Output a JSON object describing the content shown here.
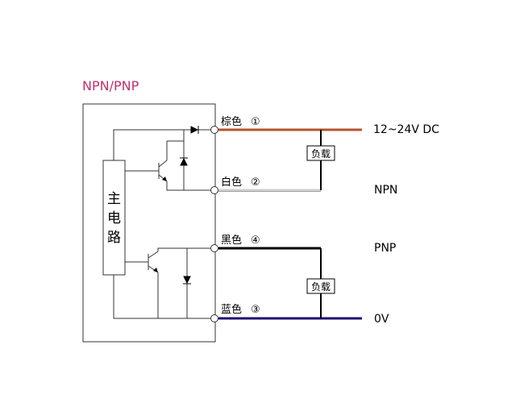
{
  "title": "NPN/PNP",
  "main_circuit_label": [
    "主",
    "电",
    "路"
  ],
  "wires": [
    {
      "label": "棕色",
      "number": "①",
      "color": "#b5532d",
      "terminal": "12~24V DC"
    },
    {
      "label": "白色",
      "number": "②",
      "color": "#d8d8d8",
      "terminal": "NPN"
    },
    {
      "label": "黑色",
      "number": "④",
      "color": "#000000",
      "terminal": "PNP"
    },
    {
      "label": "蓝色",
      "number": "③",
      "color": "#1e1070",
      "terminal": "0V"
    }
  ],
  "load_label": "负载",
  "colors": {
    "title": "#c0306e",
    "line": "#333333"
  }
}
